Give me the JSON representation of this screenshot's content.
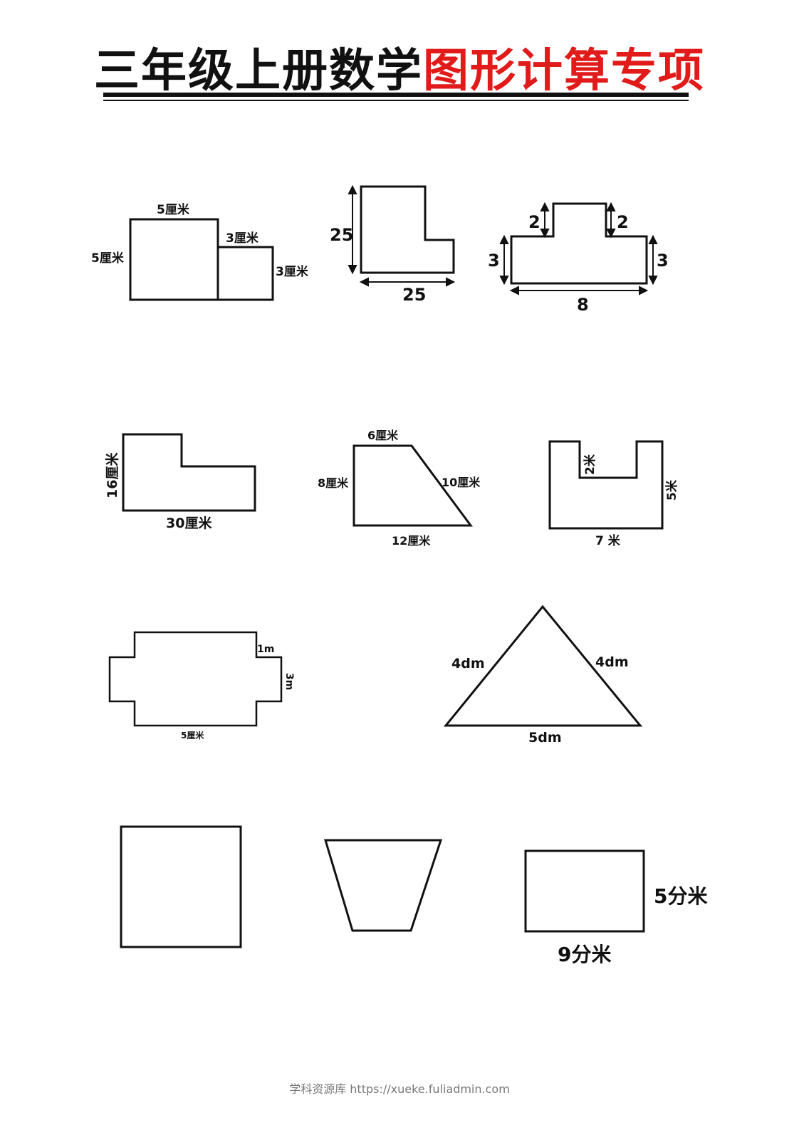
{
  "page": {
    "title_black": "三年级上册数学",
    "title_red": "图形计算专项",
    "title_red_color": "#e11a1a",
    "footer": "学科资源库 https://xueke.fuliadmin.com"
  },
  "figures": {
    "fig1": {
      "top": "5厘米",
      "left": "5厘米",
      "small_top": "3厘米",
      "small_right": "3厘米"
    },
    "fig2": {
      "height": "25",
      "width": "25"
    },
    "fig3": {
      "left_top": "2",
      "right_top": "2",
      "left": "3",
      "right": "3",
      "bottom": "8"
    },
    "fig4": {
      "left": "16厘米",
      "bottom": "30厘米"
    },
    "fig5": {
      "top": "6厘米",
      "left": "8厘米",
      "slant": "10厘米",
      "bottom": "12厘米"
    },
    "fig6": {
      "notch": "2米",
      "right": "5米",
      "bottom": "7 米"
    },
    "fig7": {
      "notch": "1m",
      "right": "3m",
      "bottom": "5厘米"
    },
    "fig8": {
      "left": "4dm",
      "right": "4dm",
      "bottom": "5dm"
    },
    "fig11": {
      "right": "5分米",
      "bottom": "9分米"
    }
  }
}
